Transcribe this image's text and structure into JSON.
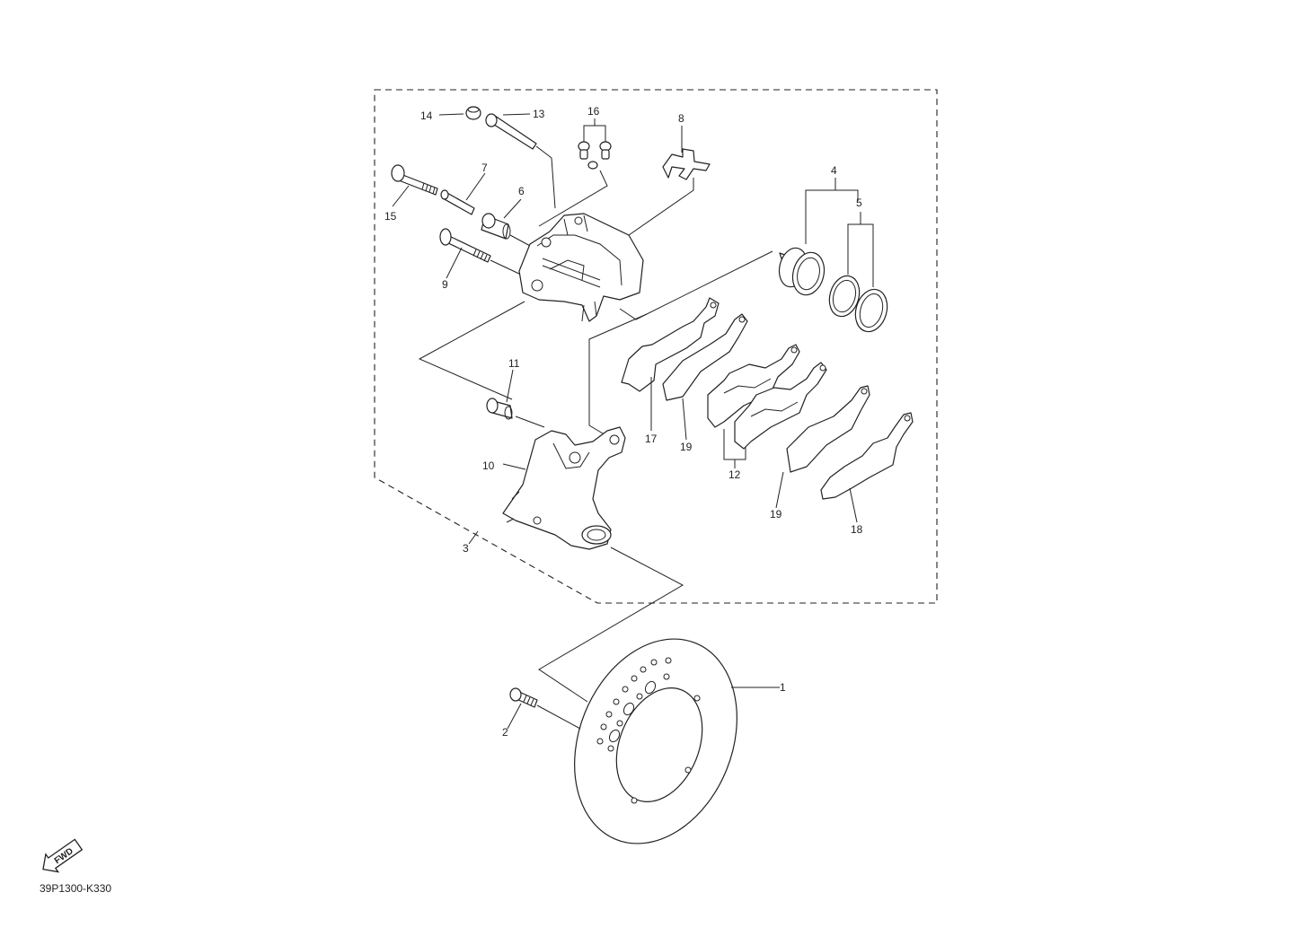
{
  "diagram": {
    "title": "",
    "drawing_code": "39P1300-K330",
    "direction_badge": "FWD",
    "callouts": {
      "c1": "1",
      "c2": "2",
      "c3": "3",
      "c4": "4",
      "c5": "5",
      "c6": "6",
      "c7": "7",
      "c8": "8",
      "c9": "9",
      "c10": "10",
      "c11": "11",
      "c12": "12",
      "c13": "13",
      "c14": "14",
      "c15": "15",
      "c16": "16",
      "c17": "17",
      "c18": "18",
      "c19a": "19",
      "c19b": "19"
    }
  }
}
